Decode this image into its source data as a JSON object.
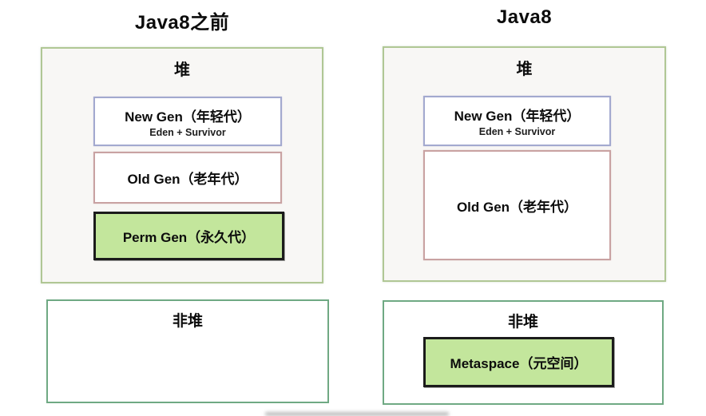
{
  "left": {
    "title": "Java8之前",
    "heap": {
      "label": "堆",
      "new_gen": {
        "label": "New Gen（年轻代）",
        "sublabel": "Eden + Survivor"
      },
      "old_gen": {
        "label": "Old Gen（老年代）"
      },
      "perm_gen": {
        "label": "Perm Gen（永久代）"
      }
    },
    "non_heap": {
      "label": "非堆"
    }
  },
  "right": {
    "title": "Java8",
    "heap": {
      "label": "堆",
      "new_gen": {
        "label": "New Gen（年轻代）",
        "sublabel": "Eden + Survivor"
      },
      "old_gen": {
        "label": "Old Gen（老年代）"
      }
    },
    "non_heap": {
      "label": "非堆",
      "metaspace": {
        "label": "Metaspace（元空间）"
      }
    }
  },
  "colors": {
    "heap_border": "#b0c795",
    "heap_fill": "#f8f7f5",
    "new_gen_border": "#a3a9cf",
    "old_gen_border": "#c9a2a2",
    "green_fill": "#c3e69c",
    "black_border": "#1b1b1b",
    "non_heap_border": "#6fa983"
  }
}
